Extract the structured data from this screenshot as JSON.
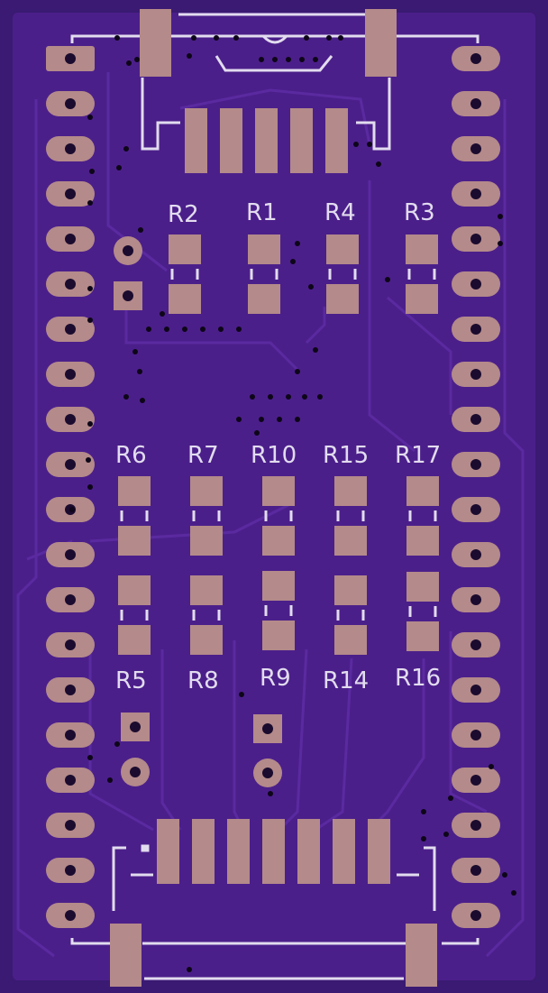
{
  "board": {
    "colors": {
      "substrate": "#3a1a72",
      "copper_fill": "#4b1f8a",
      "trace_edge": "#5a2aa0",
      "pad": "#b48a8a",
      "hole": "#1b0b2e",
      "silk": "#e2dcef",
      "via": "#0d0618"
    },
    "resistor_labels": {
      "r2": "R2",
      "r1": "R1",
      "r4": "R4",
      "r3": "R3",
      "r6": "R6",
      "r7": "R7",
      "r10": "R10",
      "r15": "R15",
      "r17": "R17",
      "r5": "R5",
      "r8": "R8",
      "r9": "R9",
      "r14": "R14",
      "r16": "R16"
    },
    "header_pins_per_side": 20
  }
}
